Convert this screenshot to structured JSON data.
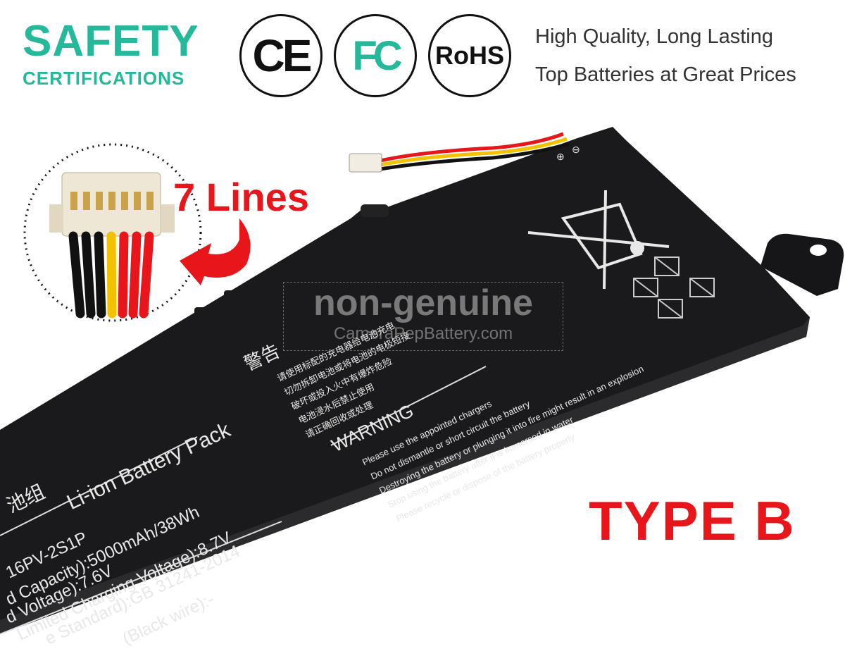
{
  "header": {
    "safety_title": "SAFETY",
    "safety_subtitle": "CERTIFICATIONS",
    "cert_ce": "CE",
    "cert_fc": "FC",
    "cert_rohs": "RoHS",
    "tagline_1": "High Quality, Long Lasting",
    "tagline_2": "Top Batteries at Great Prices"
  },
  "callout": {
    "lines_label": "7 Lines"
  },
  "type_label": "TYPE B",
  "watermark": {
    "main": "non-genuine",
    "sub": "CameraPepBattery.com"
  },
  "battery_label": {
    "cn_title": "警告",
    "cn_lines": [
      "请使用标配的充电器给电池充电",
      "切勿拆卸电池或将电池的电极短接",
      "破坏或投入火中有爆炸危险",
      "电池浸水后禁止使用",
      "请正确回收或处理"
    ],
    "warning_title": "WARNING",
    "warning_lines": [
      "Please use the appointed chargers",
      "Do not dismantle or short circuit the battery",
      "Destroying the battery or plunging it into fire might result in an explosion",
      "Stop using the battery after it is immersed in water",
      "Please recycle or dispose of the battery properly"
    ],
    "pack_title": "Li-ion Battery Pack",
    "pack_cn": "池组",
    "spec_lines": [
      "16PV-2S1P",
      "d Capacity):5000mAh/38Wh",
      "d Voltage):7.6V",
      "Limited Charging Voltage):8.7V",
      "e Standard):GB 31241-2014",
      "(Black wire):-"
    ],
    "terminal_plus": "⊕",
    "terminal_minus": "⊖"
  },
  "colors": {
    "accent_green": "#25b89a",
    "accent_red": "#e8161b",
    "battery_body": "#1a1a1c"
  },
  "wire_colors": [
    "#111111",
    "#111111",
    "#111111",
    "#f2c200",
    "#e8161b",
    "#e8161b",
    "#e8161b"
  ]
}
